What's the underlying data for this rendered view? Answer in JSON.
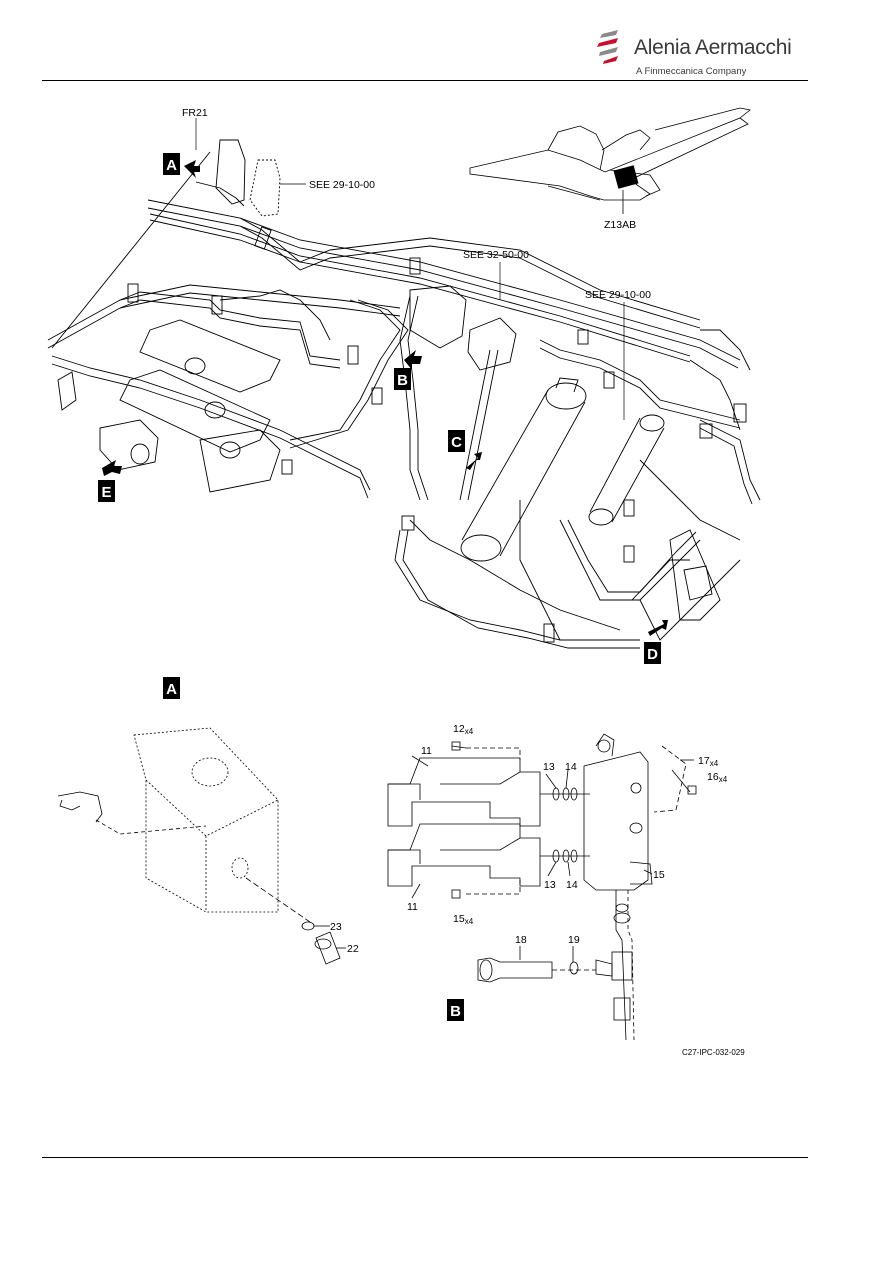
{
  "header": {
    "logo_name": "Alenia Aermacchi",
    "logo_subtitle": "A Finmeccanica Company",
    "brand_color": "#c8102e"
  },
  "main_view": {
    "frame_label": "FR21",
    "see_refs": [
      "SEE 29-10-00",
      "SEE 32-50-00",
      "SEE 29-10-00"
    ],
    "zone_label": "Z13AB",
    "view_callouts": [
      "A",
      "B",
      "C",
      "D",
      "E"
    ]
  },
  "detail_a": {
    "title": "A",
    "items": [
      "23",
      "22"
    ]
  },
  "detail_b": {
    "title": "B",
    "items": {
      "i11a": "11",
      "i11b": "11",
      "i12": "12",
      "i12_qty": "x4",
      "i13a": "13",
      "i13b": "13",
      "i14a": "14",
      "i14b": "14",
      "i15": "15",
      "i15b": "15",
      "i15b_qty": "x4",
      "i16": "16",
      "i16_qty": "x4",
      "i17": "17",
      "i17_qty": "x4",
      "i18": "18",
      "i19": "19"
    }
  },
  "figure_id": "C27-IPC-032-029"
}
